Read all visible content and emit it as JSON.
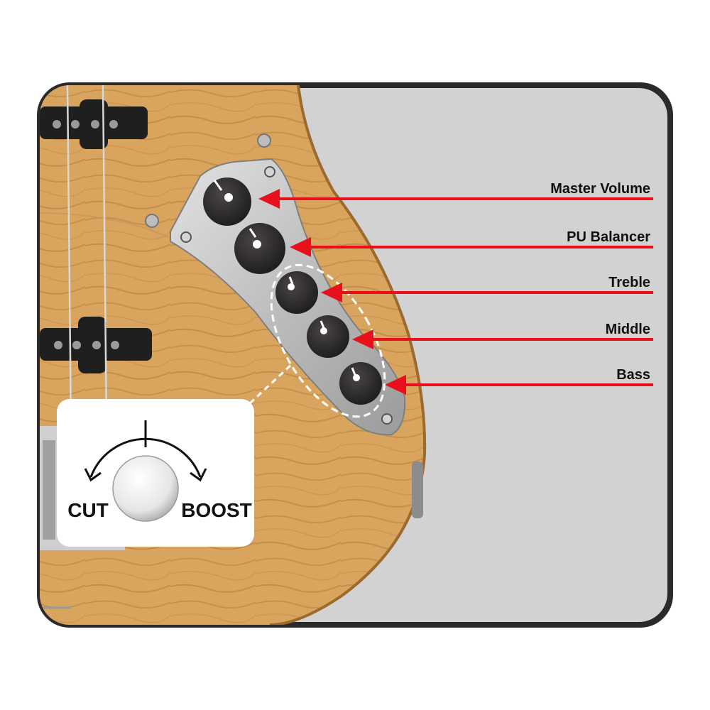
{
  "colors": {
    "frame": "#2a2a2a",
    "background": "#d2d2d2",
    "wood": "#d9a55e",
    "wood_dark": "#b8803c",
    "plate": "#c9c9c9",
    "knob": "#2b2828",
    "arrow": "#e8101c",
    "callout": "#ffffff"
  },
  "controls": [
    {
      "id": "master-volume",
      "label": "Master Volume"
    },
    {
      "id": "pu-balancer",
      "label": "PU Balancer"
    },
    {
      "id": "treble",
      "label": "Treble"
    },
    {
      "id": "middle",
      "label": "Middle"
    },
    {
      "id": "bass",
      "label": "Bass"
    }
  ],
  "callout": {
    "cut_label": "CUT",
    "boost_label": "BOOST"
  }
}
